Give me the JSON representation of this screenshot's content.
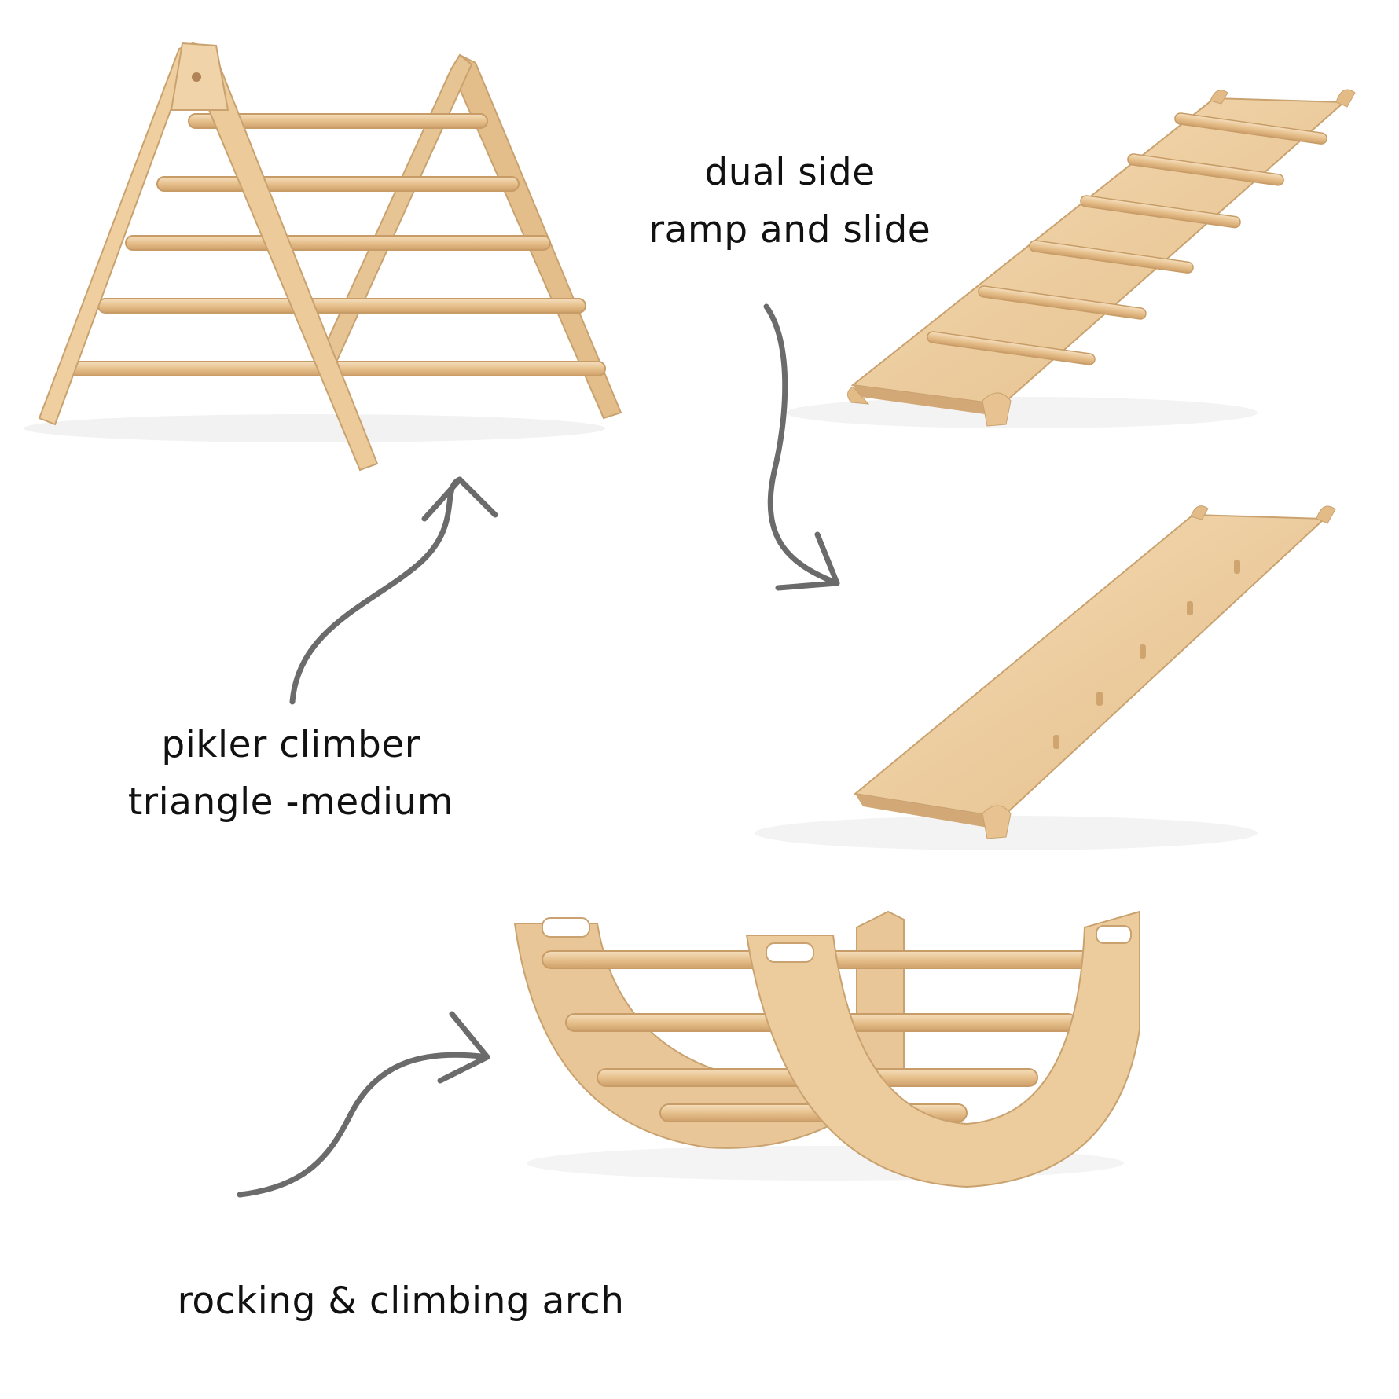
{
  "captions": {
    "ramp": [
      "dual side",
      "ramp and slide"
    ],
    "pikler": [
      "pikler climber",
      "triangle -medium"
    ],
    "arch": "rocking & climbing arch"
  },
  "colors": {
    "background": "#ffffff",
    "wood": "#e8c79a",
    "wood_light": "#f1d8b4",
    "wood_edge": "#c9a26f",
    "rung": "#e6c493",
    "arrow": "#6b6b6b",
    "text": "#111111"
  },
  "icons": [
    "pikler-triangle-illustration",
    "ramp-with-rungs-illustration",
    "ramp-slide-illustration",
    "rocking-arch-illustration",
    "curved-arrow-icon"
  ]
}
